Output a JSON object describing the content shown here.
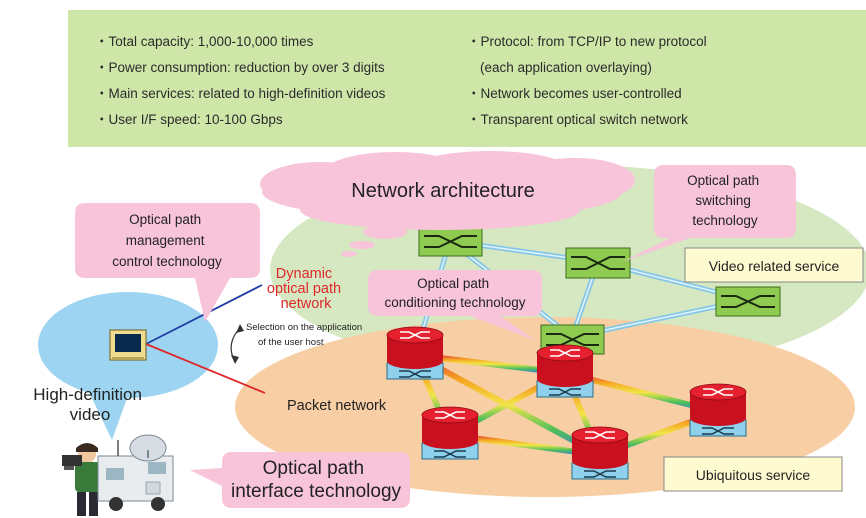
{
  "summary": {
    "left": [
      "Total capacity: 1,000-10,000 times",
      "Power consumption: reduction by over 3 digits",
      "Main services: related to high-definition videos",
      "User I/F speed: 10-100 Gbps"
    ],
    "right": [
      "Protocol: from TCP/IP to new protocol",
      "(each application overlaying)",
      "Network becomes user-controlled",
      "Transparent optical switch network"
    ]
  },
  "bullet": "・",
  "callouts": {
    "network_architecture": "Network architecture",
    "switching": [
      "Optical path",
      "switching",
      "technology"
    ],
    "management": [
      "Optical path",
      "management",
      "control technology"
    ],
    "conditioning": [
      "Optical path",
      "conditioning technology"
    ],
    "interface": [
      "Optical path",
      "interface technology"
    ]
  },
  "labels": {
    "dynamic": [
      "Dynamic",
      "optical path",
      "network"
    ],
    "selection": [
      "Selection on the application",
      "of the user host"
    ],
    "packet_network": "Packet network",
    "hd_video": [
      "High-definition",
      "video"
    ]
  },
  "service_boxes": {
    "video": "Video related service",
    "ubiquitous": "Ubiquitous service"
  },
  "colors": {
    "summary_bg": "#cfe6a9",
    "callout_pink": "#f7c4d9",
    "optical_zone": "#d5e8c2",
    "packet_zone": "#f8cfa5",
    "client_zone": "#9cd4f2",
    "switch_green": "#8ecb50",
    "router_red": "#e5202f",
    "router_base": "#8fd0ec",
    "service_box": "#fffbd0",
    "dynamic_red": "#e0282a"
  },
  "icons": [
    "optical-switch-icon",
    "router-icon",
    "computer-terminal-icon",
    "camera-operator-icon",
    "broadcast-van-icon"
  ]
}
